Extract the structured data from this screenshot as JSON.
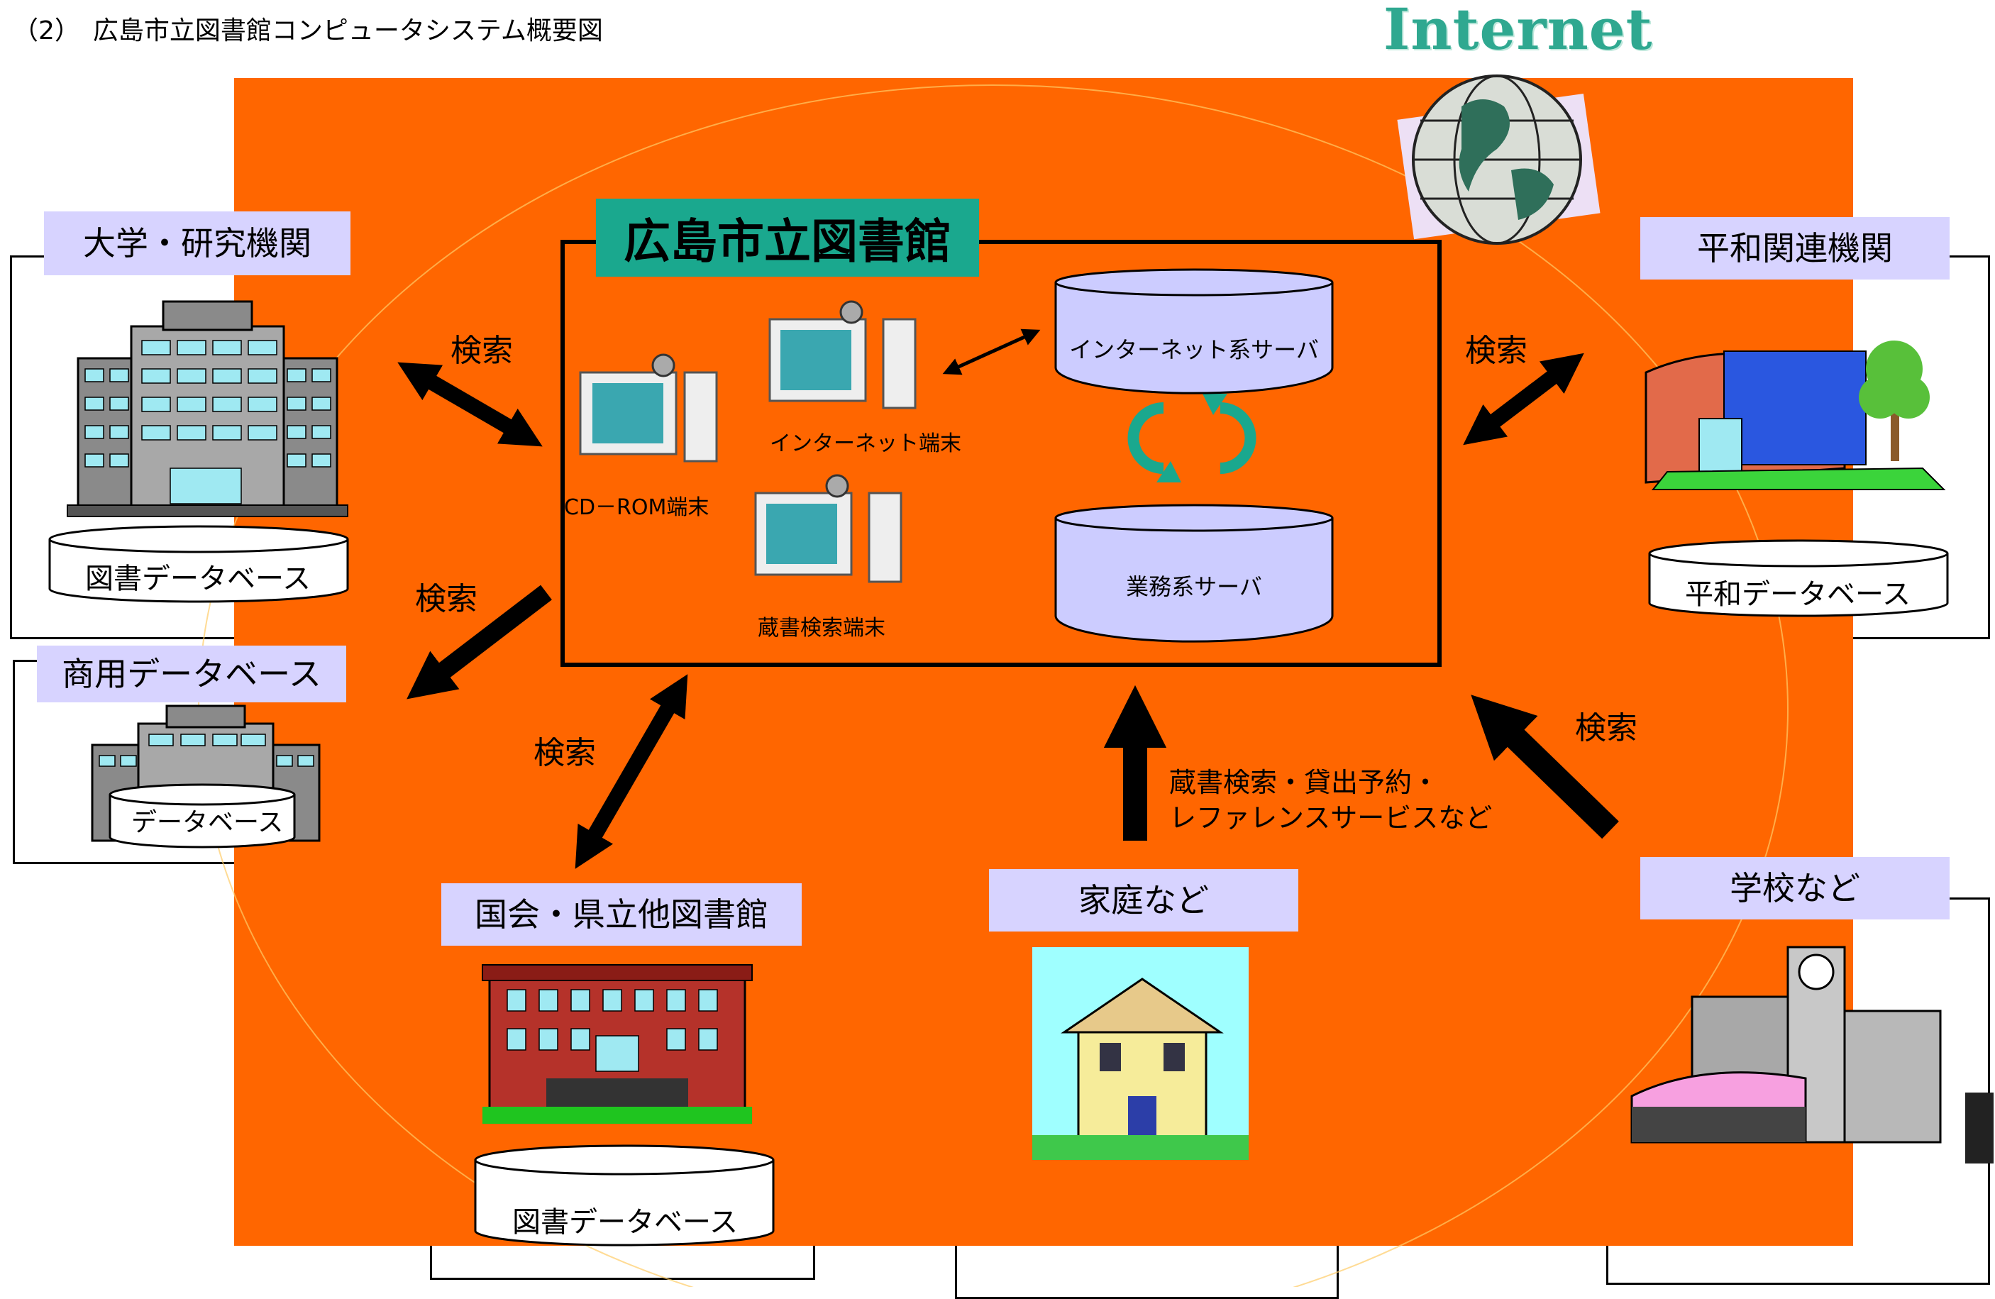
{
  "header": {
    "title": "（2）　広島市立図書館コンピュータシステム概要図"
  },
  "internet": {
    "label": "Internet",
    "icon": "globe-icon"
  },
  "library": {
    "title": "広島市立図書館",
    "terminals": {
      "cdrom": "CD－ROM端末",
      "internet": "インターネット端末",
      "opac": "蔵書検索端末"
    },
    "servers": {
      "internet": "インターネット系サーバ",
      "business": "業務系サーバ"
    }
  },
  "nodes": {
    "university": {
      "title": "大学・研究機関",
      "db": "図書データベース"
    },
    "commercial": {
      "title": "商用データベース",
      "db": "データベース"
    },
    "national": {
      "title": "国会・県立他図書館",
      "db": "図書データベース"
    },
    "home": {
      "title": "家庭など"
    },
    "school": {
      "title": "学校など"
    },
    "peace": {
      "title": "平和関連機関",
      "db": "平和データベース"
    }
  },
  "arrows": {
    "search": "検索",
    "home_services_line1": "蔵書検索・貸出予約・",
    "home_services_line2": "レファレンスサービスなど"
  },
  "colors": {
    "orange": "#ff6600",
    "teal": "#1aa88e",
    "lavender": "#d7d3ff"
  }
}
